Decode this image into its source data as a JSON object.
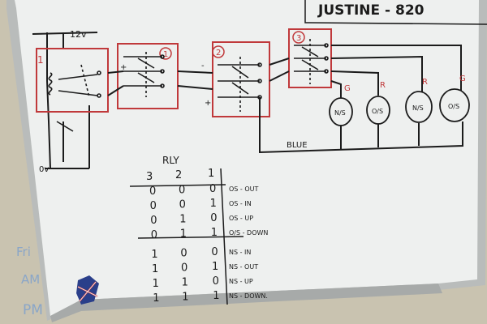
{
  "colors": {
    "wall": "#c9c3b0",
    "board": "#eef0ef",
    "frame": "#b9bcbb",
    "ink_black": "#1b1b1b",
    "ink_red": "#c0393b",
    "ink_blue": "#2a3f8a"
  },
  "board": {
    "title": "JUSTINE - 820",
    "supply_label": "12v",
    "ov_label": "0v",
    "boxes": {
      "switch_box_number": "1",
      "relay1_number": "1",
      "relay2_number": "2",
      "relay3_number": "3"
    },
    "relay_polarity": {
      "plus": "+",
      "minus": "-"
    },
    "signals": {
      "lamp1_color": "G",
      "lamp2_color": "R",
      "lamp3_color": "R",
      "lamp4_color": "G",
      "lamp1_label": "N/S",
      "lamp2_label": "O/S",
      "lamp3_label": "N/S",
      "lamp4_label": "O/S"
    },
    "blue_label": "BLUE",
    "truth_table": {
      "header": "RLY",
      "columns": [
        "3",
        "2",
        "1"
      ],
      "rows": [
        {
          "values": [
            "0",
            "0",
            "0"
          ],
          "label": "OS - OUT"
        },
        {
          "values": [
            "0",
            "0",
            "1"
          ],
          "label": "OS - IN"
        },
        {
          "values": [
            "0",
            "1",
            "0"
          ],
          "label": "OS - UP"
        },
        {
          "values": [
            "0",
            "1",
            "1"
          ],
          "label": "O/S - DOWN"
        },
        {
          "values": [
            "1",
            "0",
            "0"
          ],
          "label": "NS - IN"
        },
        {
          "values": [
            "1",
            "0",
            "1"
          ],
          "label": "NS - OUT"
        },
        {
          "values": [
            "1",
            "1",
            "0"
          ],
          "label": "NS - UP"
        },
        {
          "values": [
            "1",
            "1",
            "1"
          ],
          "label": "NS - DOWN."
        }
      ]
    }
  },
  "wall_notes": {
    "line1": "Fri",
    "line2": "AM",
    "line3": "PM"
  }
}
